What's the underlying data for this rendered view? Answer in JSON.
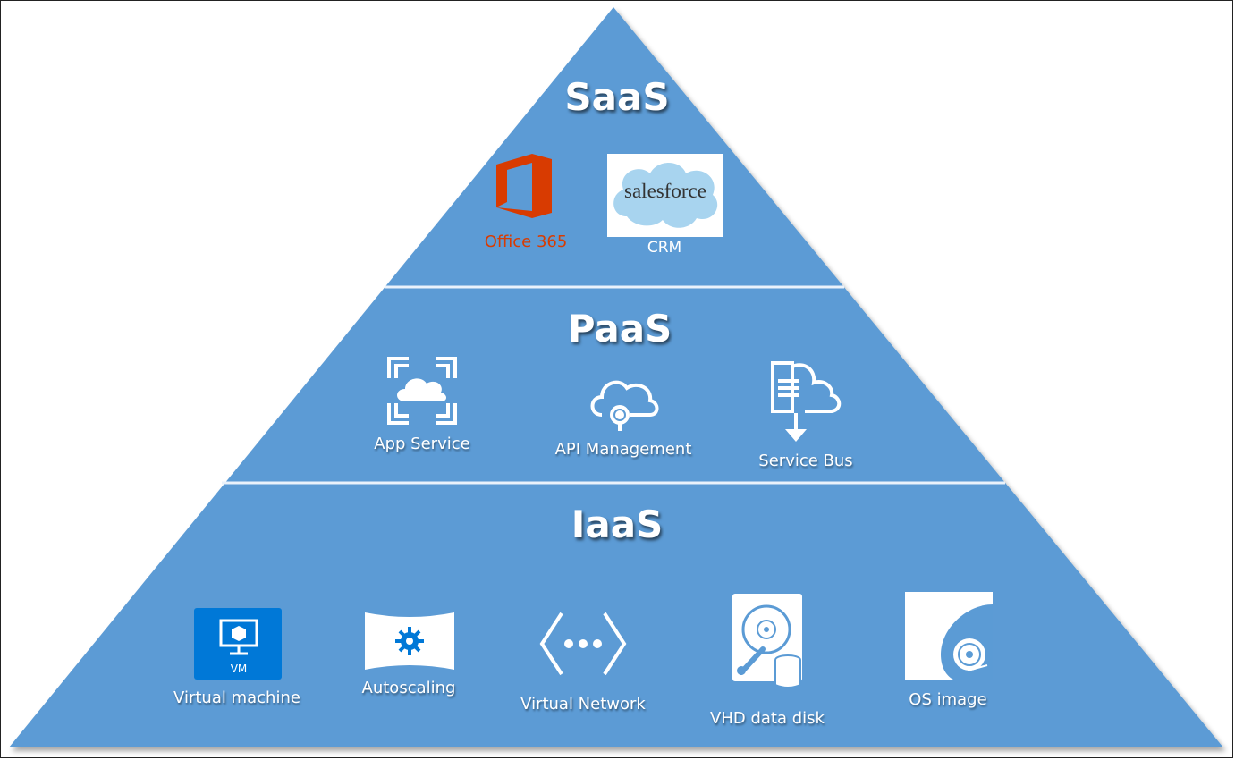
{
  "tiers": {
    "saas": {
      "title": "SaaS",
      "items": [
        {
          "label": "Office 365",
          "icon": "office-365-logo",
          "label_color": "#d83b01"
        },
        {
          "label": "CRM",
          "icon": "salesforce-logo",
          "logo_text": "salesforce"
        }
      ]
    },
    "paas": {
      "title": "PaaS",
      "items": [
        {
          "label": "App Service",
          "icon": "app-service-icon"
        },
        {
          "label": "API Management",
          "icon": "api-management-icon"
        },
        {
          "label": "Service Bus",
          "icon": "service-bus-icon"
        }
      ]
    },
    "iaas": {
      "title": "IaaS",
      "items": [
        {
          "label": "Virtual machine",
          "icon": "virtual-machine-icon",
          "badge": "VM"
        },
        {
          "label": "Autoscaling",
          "icon": "autoscaling-icon"
        },
        {
          "label": "Virtual Network",
          "icon": "virtual-network-icon"
        },
        {
          "label": "VHD data disk",
          "icon": "vhd-disk-icon"
        },
        {
          "label": "OS image",
          "icon": "os-image-icon"
        }
      ]
    }
  },
  "colors": {
    "pyramid_fill": "#5b9bd5",
    "divider": "#eaf2fb",
    "office_red": "#d83b01",
    "vm_blue": "#0078d7"
  }
}
